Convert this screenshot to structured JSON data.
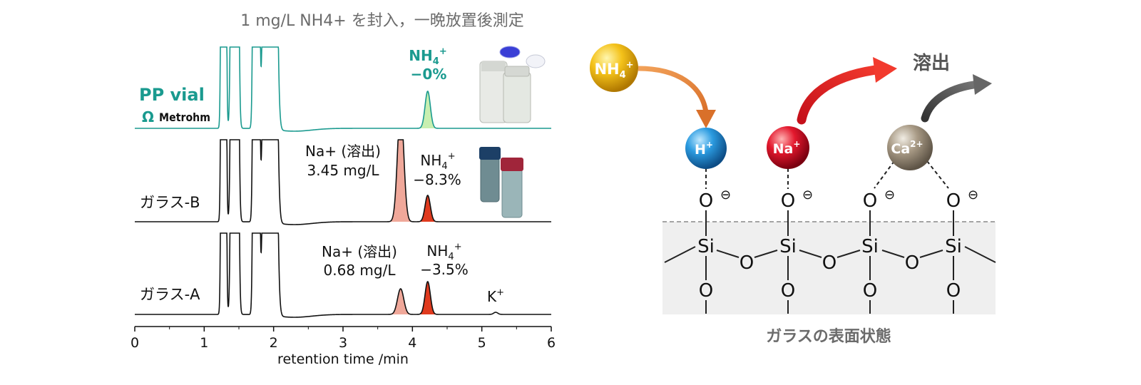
{
  "title": "1 mg/L NH4+ を封入，一晩放置後測定",
  "colors": {
    "teal": "#1a9a8f",
    "black": "#111111",
    "na_fill": "#f0a89a",
    "nh4_fill_red": "#e03a1e",
    "nh4_fill_green": "#c8efb0",
    "arrow_orange": "#e8893a",
    "arrow_red": "#e2231a",
    "arrow_gray": "#555555",
    "gray_text": "#6b6b6b",
    "surface_bg": "#efefef"
  },
  "chart_data": {
    "type": "line",
    "xlabel": "retention time /min",
    "xlim": [
      0,
      6
    ],
    "x_ticks": [
      "0",
      "1",
      "2",
      "3",
      "4",
      "5",
      "6"
    ],
    "series": [
      {
        "name": "PP vial",
        "brand": "Metrohm",
        "peaks": [
          {
            "ion": "NH4+",
            "rt": 4.22,
            "label_ion": "NH4+",
            "label_value": "−0%"
          }
        ]
      },
      {
        "name": "ガラス-B",
        "peaks": [
          {
            "ion": "Na+",
            "rt": 3.83,
            "label": "Na+ (溶出)",
            "value": "3.45 mg/L"
          },
          {
            "ion": "NH4+",
            "rt": 4.22,
            "label_ion": "NH4+",
            "label_value": "−8.3%"
          }
        ]
      },
      {
        "name": "ガラス-A",
        "peaks": [
          {
            "ion": "Na+",
            "rt": 3.83,
            "label": "Na+ (溶出)",
            "value": "0.68 mg/L"
          },
          {
            "ion": "NH4+",
            "rt": 4.22,
            "label_ion": "NH4+",
            "label_value": "−3.5%"
          },
          {
            "ion": "K+",
            "rt": 5.2,
            "label": "K+"
          }
        ]
      }
    ]
  },
  "diagram": {
    "incoming_ion": "NH4+",
    "elution_label": "溶出",
    "surface_ions": [
      "H+",
      "Na+",
      "Ca2+"
    ],
    "oxygen_anion": "O",
    "minus_sign": "⊖",
    "silicon": "Si",
    "bridge_oxygen": "O",
    "caption": "ガラスの表面状態"
  }
}
